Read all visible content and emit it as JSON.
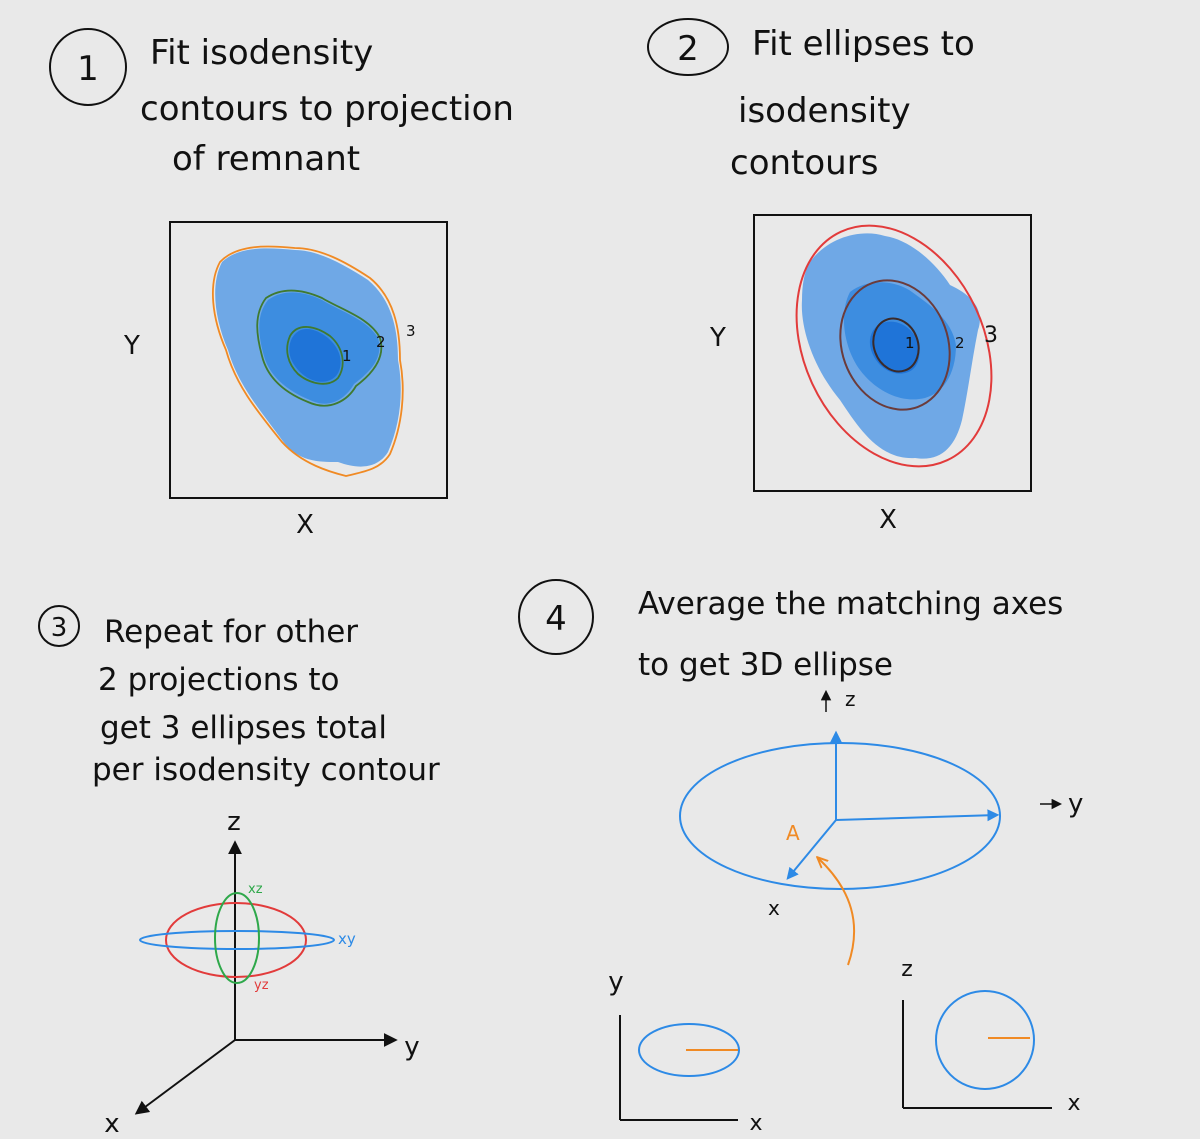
{
  "steps": [
    {
      "num": "1",
      "lines": [
        "Fit isodensity",
        "contours to projection",
        "of remnant"
      ]
    },
    {
      "num": "2",
      "lines": [
        "Fit ellipses to",
        "isodensity",
        "contours"
      ]
    },
    {
      "num": "3",
      "lines": [
        "Repeat for other",
        "2 projections to",
        "get 3 ellipses total",
        "per isodensity contour"
      ]
    },
    {
      "num": "4",
      "lines": [
        "Average the matching axes",
        "to get 3D ellipse"
      ]
    }
  ],
  "panel1": {
    "xlabel": "X",
    "ylabel": "Y",
    "contours": [
      "1",
      "2",
      "3"
    ]
  },
  "panel2": {
    "xlabel": "X",
    "ylabel": "Y",
    "contours": [
      "1",
      "2",
      "3"
    ]
  },
  "panel3": {
    "axes": {
      "z": "z",
      "y": "y",
      "x": "x"
    },
    "ellipses": {
      "xz": "xz",
      "xy": "xy",
      "yz": "yz"
    }
  },
  "panel4": {
    "axes3d": {
      "z": "z",
      "y": "y",
      "x": "x"
    },
    "marker": "A",
    "left_plot": {
      "xlabel": "x",
      "ylabel": "y"
    },
    "right_plot": {
      "xlabel": "x",
      "ylabel": "z"
    }
  },
  "colors": {
    "density_outer": "#6fa8e6",
    "density_mid": "#3d8de0",
    "density_inner": "#1f74d8",
    "contour_orange": "#f08a24",
    "contour_green": "#3f7a30",
    "fit_red": "#e23b3b",
    "fit_dark": "#6b3b3b",
    "ellipse_blue": "#2d8ae6",
    "ellipse_green": "#2ea84a"
  }
}
